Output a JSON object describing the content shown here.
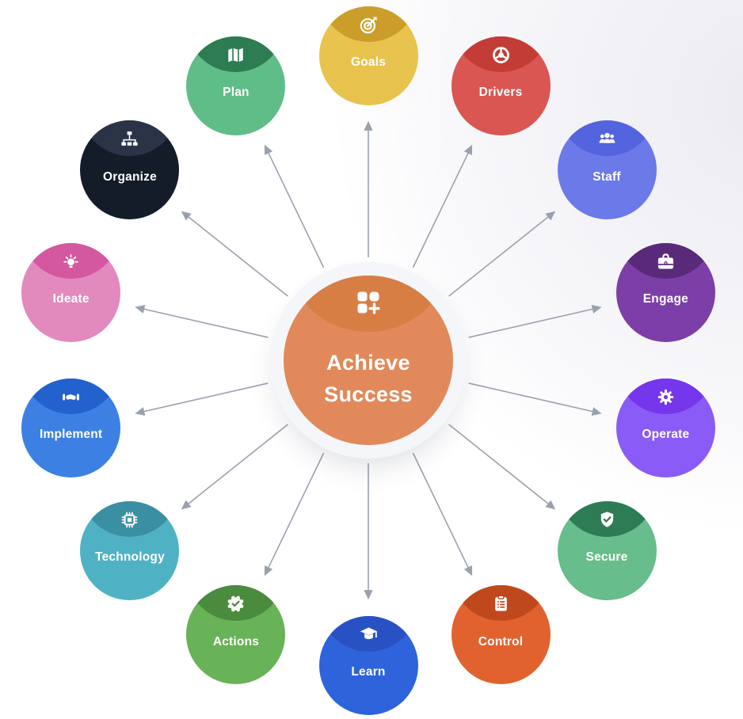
{
  "background": {
    "wash_color": "#ECEBF1"
  },
  "connector": {
    "color": "#9AA1AE",
    "style": "thin gray line with outward arrowhead"
  },
  "center": {
    "line1": "Achieve",
    "line2": "Success",
    "icon": "grid-plus-icon",
    "color": "#E1895A",
    "cap_color": "#D67E43",
    "ring_color": "#F5F6F9",
    "text_color": "#FFFFFF"
  },
  "nodes": [
    {
      "label": "Goals",
      "icon": "target-icon",
      "color": "#E8C34D",
      "cap_color": "#CB9E2B"
    },
    {
      "label": "Drivers",
      "icon": "steering-wheel-icon",
      "color": "#D95652",
      "cap_color": "#C43C36"
    },
    {
      "label": "Staff",
      "icon": "users-icon",
      "color": "#6B79E9",
      "cap_color": "#5463DE"
    },
    {
      "label": "Engage",
      "icon": "briefcase-icon",
      "color": "#7C3EA7",
      "cap_color": "#5A2A7A"
    },
    {
      "label": "Operate",
      "icon": "gear-icon",
      "color": "#8A5BF6",
      "cap_color": "#7636EC"
    },
    {
      "label": "Secure",
      "icon": "shield-check-icon",
      "color": "#67BD8B",
      "cap_color": "#2D7C55"
    },
    {
      "label": "Control",
      "icon": "clipboard-list-icon",
      "color": "#E2622F",
      "cap_color": "#C0481D"
    },
    {
      "label": "Learn",
      "icon": "graduation-cap-icon",
      "color": "#2E63DB",
      "cap_color": "#2852C4"
    },
    {
      "label": "Actions",
      "icon": "badge-check-icon",
      "color": "#68B257",
      "cap_color": "#4A8B3D"
    },
    {
      "label": "Technology",
      "icon": "cpu-icon",
      "color": "#4FB2C4",
      "cap_color": "#3B8FA2"
    },
    {
      "label": "Implement",
      "icon": "handshake-icon",
      "color": "#3D80E4",
      "cap_color": "#2361CE"
    },
    {
      "label": "Ideate",
      "icon": "lightbulb-icon",
      "color": "#E289BE",
      "cap_color": "#D4589F"
    },
    {
      "label": "Organize",
      "icon": "sitemap-icon",
      "color": "#141B29",
      "cap_color": "#2B3447"
    },
    {
      "label": "Plan",
      "icon": "map-icon",
      "color": "#5FBD88",
      "cap_color": "#2D7C52"
    }
  ]
}
